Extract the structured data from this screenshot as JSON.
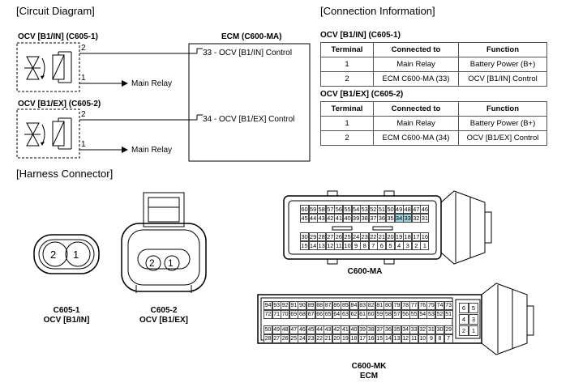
{
  "sections": {
    "circuit": "[Circuit Diagram]",
    "connection": "[Connection Information]",
    "harness": "[Harness Connector]"
  },
  "circuit": {
    "ocv_in_label": "OCV [B1/IN] (C605-1)",
    "ocv_ex_label": "OCV [B1/EX] (C605-2)",
    "ecm_label": "ECM (C600-MA)",
    "pin2": "2",
    "pin1": "1",
    "ecm_pin_in": "33 - OCV [B1/IN] Control",
    "ecm_pin_ex": "34 - OCV [B1/EX] Control",
    "main_relay": "Main Relay"
  },
  "tables": [
    {
      "title": "OCV [B1/IN] (C605-1)",
      "headers": [
        "Terminal",
        "Connected to",
        "Function"
      ],
      "rows": [
        [
          "1",
          "Main Relay",
          "Battery Power (B+)"
        ],
        [
          "2",
          "ECM C600-MA (33)",
          "OCV [B1/IN] Control"
        ]
      ]
    },
    {
      "title": "OCV [B1/EX] (C605-2)",
      "headers": [
        "Terminal",
        "Connected to",
        "Function"
      ],
      "rows": [
        [
          "1",
          "Main Relay",
          "Battery Power (B+)"
        ],
        [
          "2",
          "ECM C600-MA (34)",
          "OCV [B1/EX] Control"
        ]
      ]
    }
  ],
  "connectors": {
    "c6051": {
      "caption1": "C605-1",
      "caption2": "OCV [B1/IN]",
      "pin_left": "2",
      "pin_right": "1"
    },
    "c6052": {
      "caption1": "C605-2",
      "caption2": "OCV [B1/EX]",
      "pin_left": "2",
      "pin_right": "1"
    },
    "c600ma": {
      "caption": "C600-MA",
      "rows": [
        [
          "60",
          "59",
          "58",
          "57",
          "56",
          "55",
          "54",
          "53",
          "52",
          "51",
          "50",
          "49",
          "48",
          "47",
          "46"
        ],
        [
          "45",
          "44",
          "43",
          "42",
          "41",
          "40",
          "39",
          "38",
          "37",
          "36",
          "35",
          "34",
          "33",
          "32",
          "31"
        ],
        [
          "30",
          "29",
          "28",
          "27",
          "26",
          "25",
          "24",
          "23",
          "22",
          "21",
          "20",
          "19",
          "18",
          "17",
          "16"
        ],
        [
          "15",
          "14",
          "13",
          "12",
          "11",
          "10",
          "9",
          "8",
          "7",
          "6",
          "5",
          "4",
          "3",
          "2",
          "1"
        ]
      ],
      "highlight": [
        "33",
        "34"
      ],
      "highlight_color": "#9fd3e0"
    },
    "c600mk": {
      "caption1": "C600-MK",
      "caption2": "ECM",
      "rows": [
        [
          "94",
          "93",
          "92",
          "91",
          "90",
          "89",
          "88",
          "87",
          "86",
          "85",
          "84",
          "83",
          "82",
          "81",
          "80",
          "79",
          "78",
          "77",
          "76",
          "75",
          "74",
          "73"
        ],
        [
          "72",
          "71",
          "70",
          "69",
          "68",
          "67",
          "66",
          "65",
          "64",
          "63",
          "62",
          "61",
          "60",
          "59",
          "58",
          "57",
          "56",
          "55",
          "54",
          "53",
          "52",
          "51"
        ],
        [
          "50",
          "49",
          "48",
          "47",
          "46",
          "45",
          "44",
          "43",
          "42",
          "41",
          "40",
          "39",
          "38",
          "37",
          "36",
          "35",
          "34",
          "33",
          "32",
          "31",
          "30",
          "29"
        ],
        [
          "28",
          "27",
          "26",
          "25",
          "24",
          "23",
          "22",
          "21",
          "20",
          "19",
          "18",
          "17",
          "16",
          "15",
          "14",
          "13",
          "12",
          "11",
          "10",
          "9",
          "8",
          "7"
        ]
      ],
      "side": [
        [
          "6",
          "5"
        ],
        [
          "4",
          "3"
        ],
        [
          "2",
          "1"
        ]
      ]
    }
  }
}
